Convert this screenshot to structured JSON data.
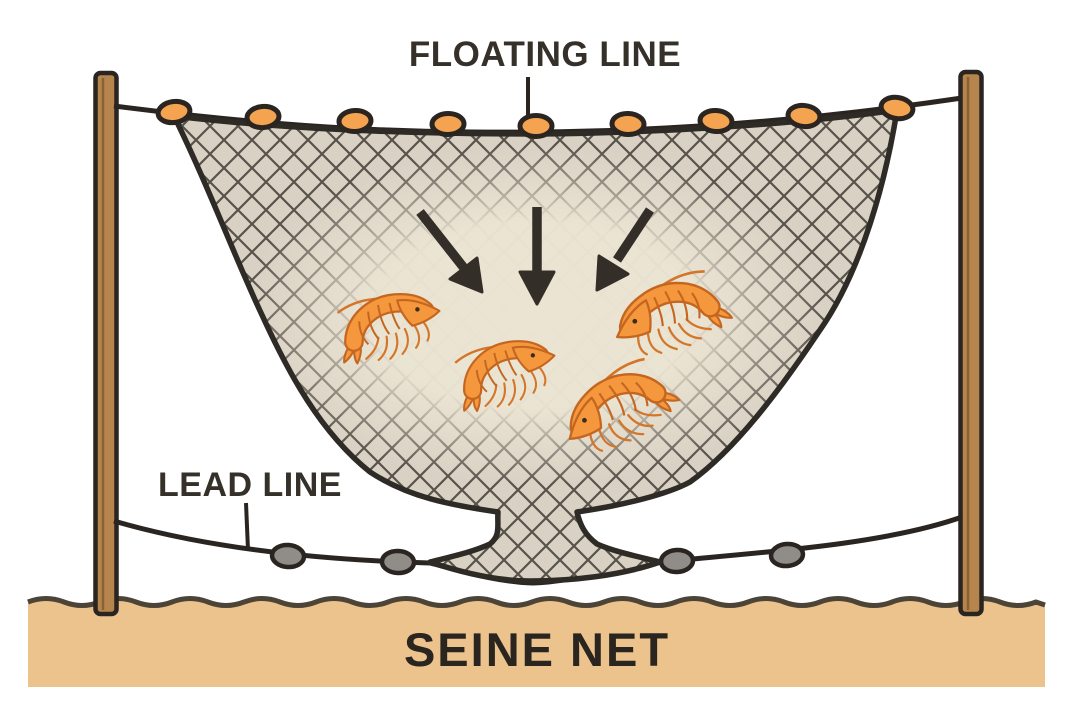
{
  "diagram": {
    "type": "labeled-illustration",
    "subject": "Seine net fishing gear diagram",
    "labels": {
      "floating_line": "FLOATING LINE",
      "lead_line": "LEAD LINE",
      "title": "SEINE NET"
    },
    "components": {
      "floats": {
        "count": 9,
        "color": "#f4a350",
        "description": "oval floats strung on the floating line"
      },
      "weights": {
        "count": 4,
        "color": "#908c87",
        "description": "oval sinkers strung on the lead line"
      },
      "shrimp": {
        "count": 4,
        "color": "#f5973d",
        "description": "shrimp caught inside the net"
      },
      "arrows": {
        "count": 3,
        "color": "#332e28",
        "meaning": "catch being driven down into the net"
      },
      "poles": {
        "count": 2,
        "color": "#b6854d",
        "description": "stakes holding the net, planted in seafloor"
      },
      "net": {
        "fill": "#d9d2c4",
        "mesh_color": "#57524a",
        "glow": "#ebe4d3",
        "description": "bowl-shaped mesh net with funnel foot"
      },
      "seafloor": {
        "color": "#ecc28d",
        "edge_color": "#4c4437"
      }
    },
    "colors": {
      "background": "#ffffff",
      "outline": "#2a2521",
      "label_text": "#36302a"
    }
  }
}
